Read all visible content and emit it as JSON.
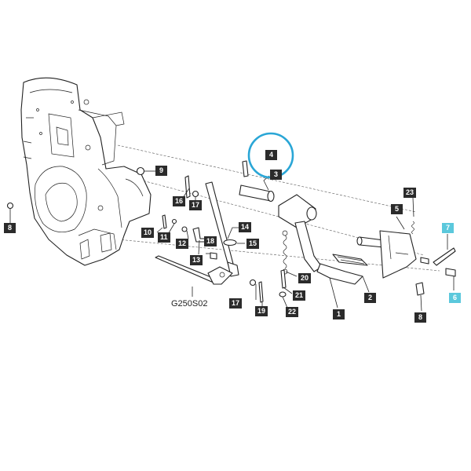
{
  "diagram_code": "G250S02",
  "highlighted_part": "4",
  "colors": {
    "label_bg": "#2b2b2b",
    "highlight_label_bg": "#5bc8dc",
    "highlight_ring": "#2aa6d6"
  },
  "labels": {
    "l1": "1",
    "l2": "2",
    "l3": "3",
    "l4": "4",
    "l5": "5",
    "l6": "6",
    "l7": "7",
    "l8a": "8",
    "l8b": "8",
    "l9": "9",
    "l10": "10",
    "l11": "11",
    "l12": "12",
    "l13": "13",
    "l14": "14",
    "l15": "15",
    "l16": "16",
    "l17a": "17",
    "l17b": "17",
    "l18": "18",
    "l19": "19",
    "l20": "20",
    "l21": "21",
    "l22": "22",
    "l23": "23"
  }
}
